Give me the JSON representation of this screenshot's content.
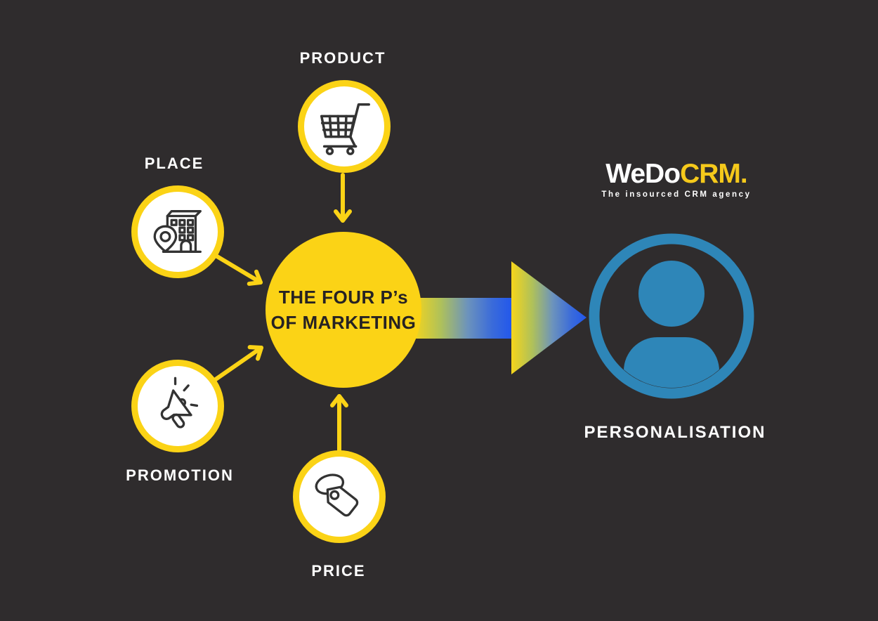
{
  "canvas": {
    "background": "#2F2C2D"
  },
  "colors": {
    "ring_yellow": "#FBD316",
    "logo_yellow": "#F5C91B",
    "person_blue": "#2E86B8",
    "arrow_tip_blue": "#2257EC",
    "center_text": "#262223",
    "label_text": "#FFFFFF",
    "icon_stroke": "#333333"
  },
  "center_node": {
    "line1": "THE FOUR P’s",
    "line2": "OF MARKETING"
  },
  "nodes": [
    {
      "id": "product",
      "label": "PRODUCT",
      "icon": "shopping-cart-icon"
    },
    {
      "id": "place",
      "label": "PLACE",
      "icon": "building-location-icon"
    },
    {
      "id": "promotion",
      "label": "PROMOTION",
      "icon": "megaphone-icon"
    },
    {
      "id": "price",
      "label": "PRICE",
      "icon": "price-tag-icon"
    }
  ],
  "result_node": {
    "label": "PERSONALISATION",
    "icon": "person-icon"
  },
  "logo": {
    "wedo": "WeDo",
    "crm": "CRM",
    "period": ".",
    "tagline": "The insourced CRM agency"
  }
}
